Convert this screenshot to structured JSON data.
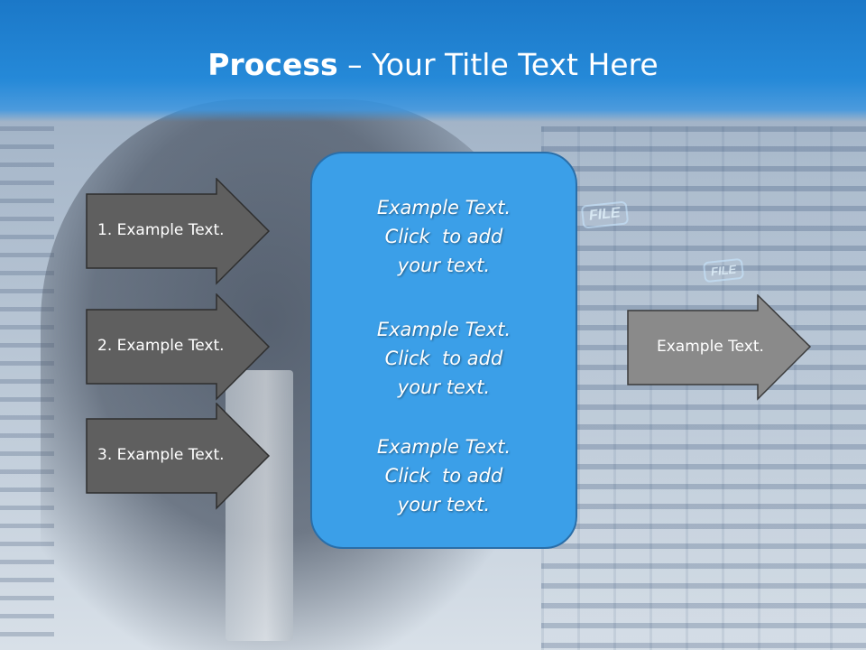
{
  "title": {
    "bold": "Process",
    "rest": " – Your Title Text Here"
  },
  "background": {
    "file_tag": "FILE"
  },
  "left_arrows": [
    {
      "label": "1. Example Text."
    },
    {
      "label": "2. Example Text."
    },
    {
      "label": "3. Example Text."
    }
  ],
  "center_box": {
    "blocks": [
      {
        "line1": "Example Text.",
        "line2": "Click  to add",
        "line3": "your text."
      },
      {
        "line1": "Example Text.",
        "line2": "Click  to add",
        "line3": "your text."
      },
      {
        "line1": "Example Text.",
        "line2": "Click  to add",
        "line3": "your text."
      }
    ]
  },
  "right_arrow": {
    "label": "Example Text."
  },
  "colors": {
    "header_blue": "#1b78c8",
    "center_box_fill": "#3b9fe8",
    "left_arrow_fill": "#5f5f5f",
    "right_arrow_fill": "#8a8a8a"
  }
}
